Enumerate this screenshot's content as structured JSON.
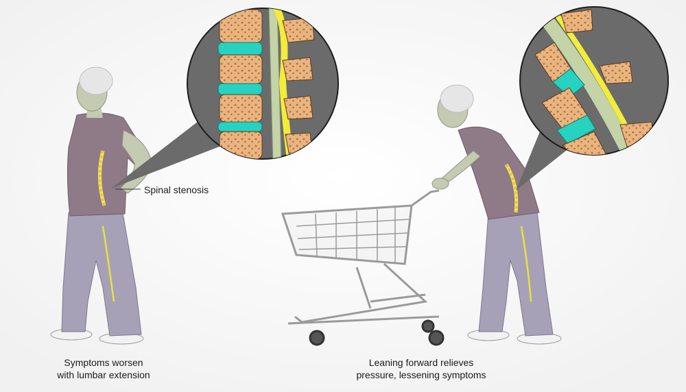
{
  "labels": {
    "spinal_stenosis": "Spinal stenosis"
  },
  "captions": {
    "left": [
      "Symptoms worsen",
      "with lumbar extension"
    ],
    "right": [
      "Leaning forward relieves",
      "pressure, lessening symptoms"
    ]
  },
  "colors": {
    "background": "#ffffff",
    "zoom_circle": "#6b6b6b",
    "vertebra": "#e9b47f",
    "disc": "#27d3c0",
    "spinal_cord": "#c4d3a8",
    "nerve": "#f3ec3a",
    "shirt": "#8f7a87",
    "pants": "#a7a1b7",
    "skin": "#c5cab3",
    "hair": "#e6e6e6",
    "cart": "#9a9a9a"
  }
}
